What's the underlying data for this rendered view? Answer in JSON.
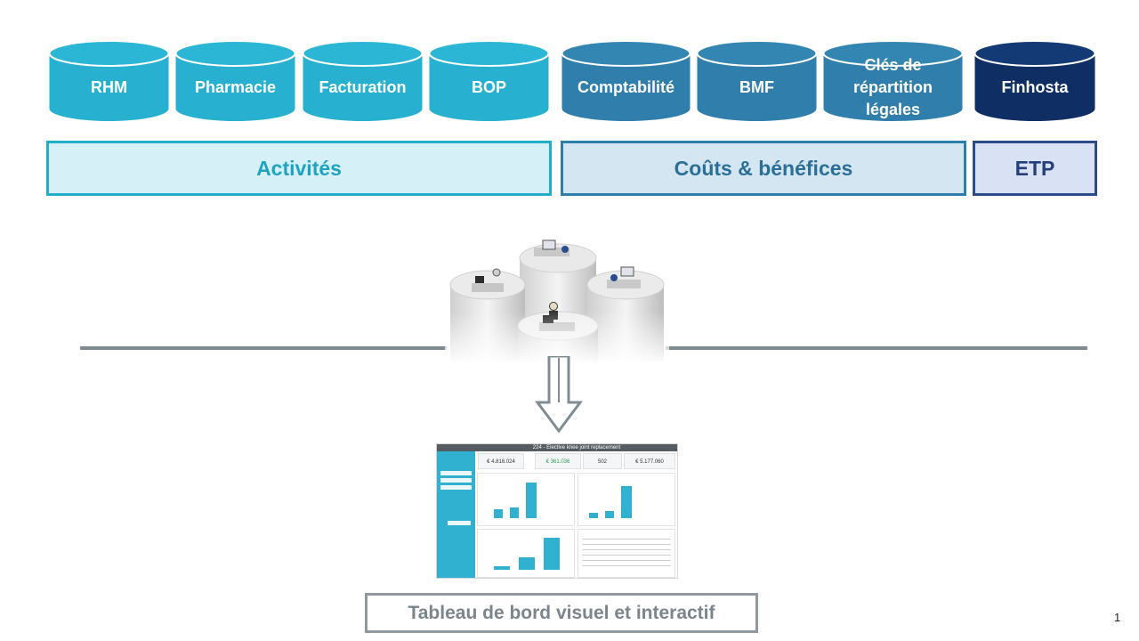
{
  "sources": [
    {
      "label": "RHM",
      "color": "#27b0cf",
      "color_dark": "#1e97b3",
      "color_top": "#2bb6d5"
    },
    {
      "label": "Pharmacie",
      "color": "#27b0cf",
      "color_dark": "#1e97b3",
      "color_top": "#2bb6d5"
    },
    {
      "label": "Facturation",
      "color": "#27b0cf",
      "color_dark": "#1e97b3",
      "color_top": "#2bb6d5"
    },
    {
      "label": "BOP",
      "color": "#27b0cf",
      "color_dark": "#1e97b3",
      "color_top": "#2bb6d5"
    },
    {
      "label": "Comptabilité",
      "color": "#2f7eab",
      "color_dark": "#25698f",
      "color_top": "#3385b2"
    },
    {
      "label": "BMF",
      "color": "#2f7eab",
      "color_dark": "#25698f",
      "color_top": "#3385b2"
    },
    {
      "label": "Clés de répartition légales",
      "color": "#2f7eab",
      "color_dark": "#25698f",
      "color_top": "#3385b2"
    },
    {
      "label": "Finhosta",
      "color": "#0f2e63",
      "color_dark": "#0a224b",
      "color_top": "#143a75"
    }
  ],
  "categories": {
    "activites": "Activités",
    "couts": "Coûts & bénéfices",
    "etp": "ETP"
  },
  "dashboard": {
    "title": "224 - Elective knee joint replacement",
    "kpis": [
      "€ 4.816.024",
      "€ 361.036",
      "502",
      "€ 5.177.060"
    ]
  },
  "caption": "Tableau de bord visuel et interactif",
  "page_number": "1"
}
